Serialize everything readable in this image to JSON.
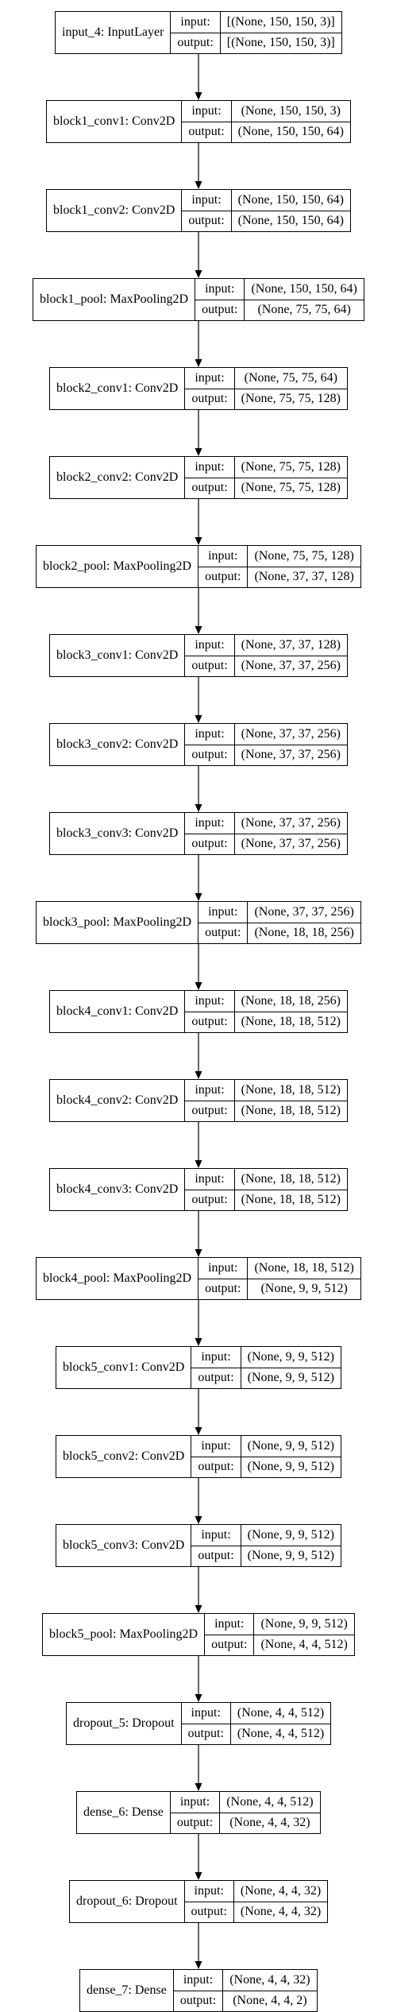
{
  "diagram": {
    "labels": {
      "input": "input:",
      "output": "output:"
    },
    "layers": [
      {
        "name": "input_4: InputLayer",
        "input": "[(None, 150, 150, 3)]",
        "output": "[(None, 150, 150, 3)]"
      },
      {
        "name": "block1_conv1: Conv2D",
        "input": "(None, 150, 150, 3)",
        "output": "(None, 150, 150, 64)"
      },
      {
        "name": "block1_conv2: Conv2D",
        "input": "(None, 150, 150, 64)",
        "output": "(None, 150, 150, 64)"
      },
      {
        "name": "block1_pool: MaxPooling2D",
        "input": "(None, 150, 150, 64)",
        "output": "(None, 75, 75, 64)"
      },
      {
        "name": "block2_conv1: Conv2D",
        "input": "(None, 75, 75, 64)",
        "output": "(None, 75, 75, 128)"
      },
      {
        "name": "block2_conv2: Conv2D",
        "input": "(None, 75, 75, 128)",
        "output": "(None, 75, 75, 128)"
      },
      {
        "name": "block2_pool: MaxPooling2D",
        "input": "(None, 75, 75, 128)",
        "output": "(None, 37, 37, 128)"
      },
      {
        "name": "block3_conv1: Conv2D",
        "input": "(None, 37, 37, 128)",
        "output": "(None, 37, 37, 256)"
      },
      {
        "name": "block3_conv2: Conv2D",
        "input": "(None, 37, 37, 256)",
        "output": "(None, 37, 37, 256)"
      },
      {
        "name": "block3_conv3: Conv2D",
        "input": "(None, 37, 37, 256)",
        "output": "(None, 37, 37, 256)"
      },
      {
        "name": "block3_pool: MaxPooling2D",
        "input": "(None, 37, 37, 256)",
        "output": "(None, 18, 18, 256)"
      },
      {
        "name": "block4_conv1: Conv2D",
        "input": "(None, 18, 18, 256)",
        "output": "(None, 18, 18, 512)"
      },
      {
        "name": "block4_conv2: Conv2D",
        "input": "(None, 18, 18, 512)",
        "output": "(None, 18, 18, 512)"
      },
      {
        "name": "block4_conv3: Conv2D",
        "input": "(None, 18, 18, 512)",
        "output": "(None, 18, 18, 512)"
      },
      {
        "name": "block4_pool: MaxPooling2D",
        "input": "(None, 18, 18, 512)",
        "output": "(None, 9, 9, 512)"
      },
      {
        "name": "block5_conv1: Conv2D",
        "input": "(None, 9, 9, 512)",
        "output": "(None, 9, 9, 512)"
      },
      {
        "name": "block5_conv2: Conv2D",
        "input": "(None, 9, 9, 512)",
        "output": "(None, 9, 9, 512)"
      },
      {
        "name": "block5_conv3: Conv2D",
        "input": "(None, 9, 9, 512)",
        "output": "(None, 9, 9, 512)"
      },
      {
        "name": "block5_pool: MaxPooling2D",
        "input": "(None, 9, 9, 512)",
        "output": "(None, 4, 4, 512)"
      },
      {
        "name": "dropout_5: Dropout",
        "input": "(None, 4, 4, 512)",
        "output": "(None, 4, 4, 512)"
      },
      {
        "name": "dense_6: Dense",
        "input": "(None, 4, 4, 512)",
        "output": "(None, 4, 4, 32)"
      },
      {
        "name": "dropout_6: Dropout",
        "input": "(None, 4, 4, 32)",
        "output": "(None, 4, 4, 32)"
      },
      {
        "name": "dense_7: Dense",
        "input": "(None, 4, 4, 32)",
        "output": "(None, 4, 4, 2)"
      }
    ]
  }
}
